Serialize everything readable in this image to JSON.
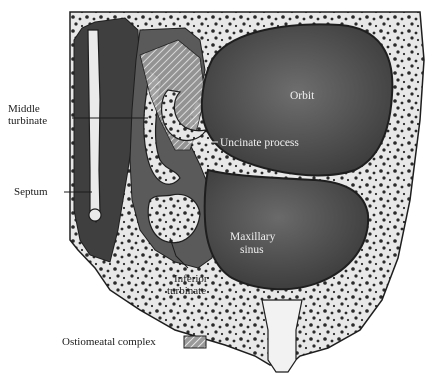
{
  "labels": {
    "middle_turbinate_line1": "Middle",
    "middle_turbinate_line2": "turbinate",
    "septum": "Septum",
    "orbit": "Orbit",
    "uncinate_process": "Uncinate process",
    "maxillary_sinus_line1": "Maxillary",
    "maxillary_sinus_line2": "sinus",
    "inferior_turbinate_line1": "Inferior",
    "inferior_turbinate_line2": "turbinate"
  },
  "legend": {
    "label": "Ostiomeatal complex"
  },
  "colors": {
    "bone": "#e6e6e6",
    "cavity_dark": "#4a4a4a",
    "mucosa": "#6a6a6a",
    "outline": "#1e1e1e",
    "background": "#ffffff"
  }
}
